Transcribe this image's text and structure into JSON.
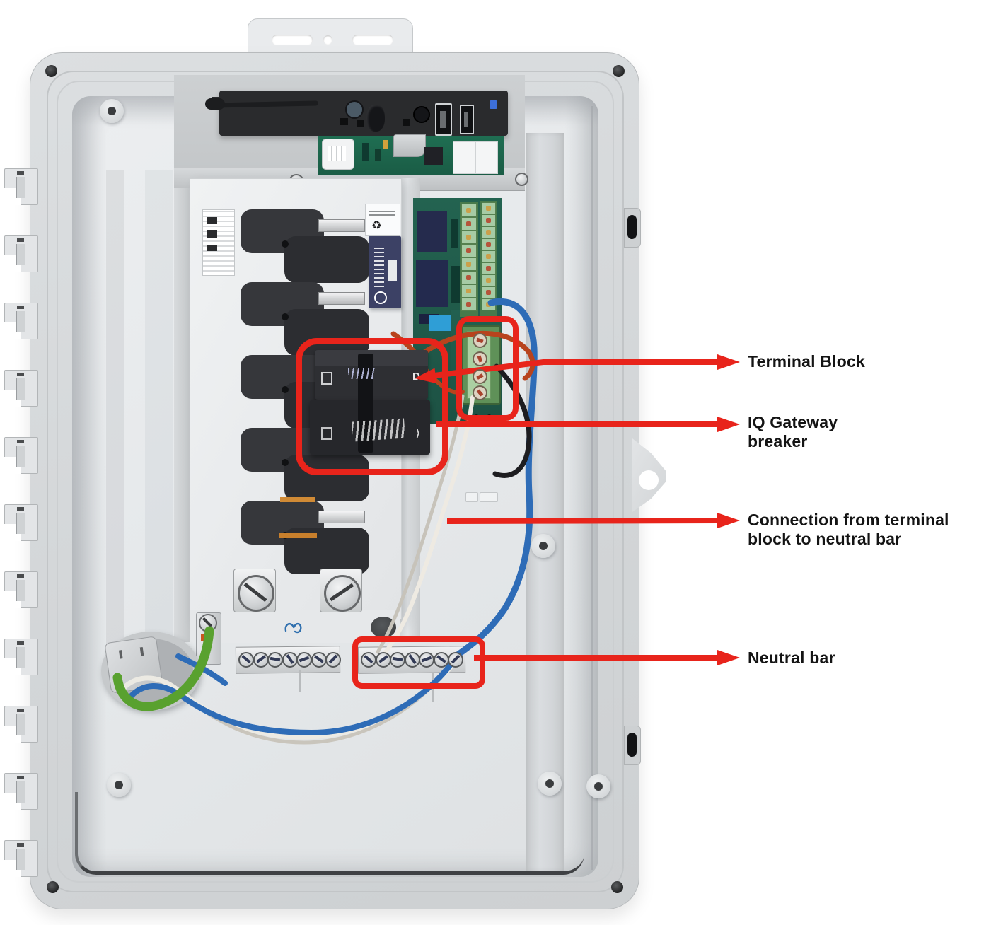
{
  "annotations": [
    {
      "id": "terminal-block",
      "lines": [
        "Terminal Block"
      ]
    },
    {
      "id": "iq-gateway-breaker",
      "lines": [
        "IQ Gateway",
        "breaker"
      ]
    },
    {
      "id": "connection-terminal-to-neutral",
      "lines": [
        "Connection from terminal",
        "block to neutral bar"
      ]
    },
    {
      "id": "neutral-bar",
      "lines": [
        "Neutral bar"
      ]
    }
  ],
  "colors": {
    "annotation_red": "#e8241b",
    "enclosure_gray": "#d6d9db",
    "inner_panel_gray": "#e9ebed",
    "breaker_black": "#2c2d31",
    "pcb_green": "#216050",
    "terminal_block_green": "#5f9158",
    "wire_blue": "#2e6cb7",
    "wire_green": "#59a12f",
    "wire_white": "#eeeae2",
    "wire_black": "#1d1d20",
    "wire_red": "#b8431d",
    "label_text": "#141414"
  }
}
